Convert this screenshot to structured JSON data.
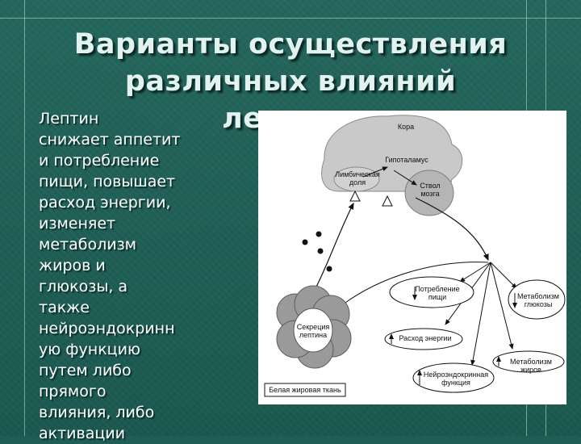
{
  "slide": {
    "title_line1": "Варианты осуществления",
    "title_line2": "различных влияний",
    "title_line3": "лептина",
    "body": "   Лептин\nснижает аппетит\nи потребление\nпищи, повышает\nрасход энергии,\nизменяет\nметаболизм\nжиров и\nглюкозы, а\nтакже\nнейроэндокринн\nую функцию\nпутем либо\nпрямого\nвлияния, либо\nактивации"
  },
  "diagram": {
    "brain": {
      "cortex": "Кора",
      "hypothalamus": "Гипоталамус",
      "limbic": "Лимбическая\nдоля",
      "brainstem": "Ствол\nмозга"
    },
    "fat": {
      "secretion": "Секреция\nлептина",
      "tissue": "Белая жировая ткань"
    },
    "effects": {
      "food_intake": "Потребление\nпищи",
      "energy": "Расход энергии",
      "neuroendocrine": "Нейроэндокринная\nфункция",
      "glucose": "Метаболизм\nглюкозы",
      "fat_metabolism": "Метаболизм жиров"
    }
  }
}
